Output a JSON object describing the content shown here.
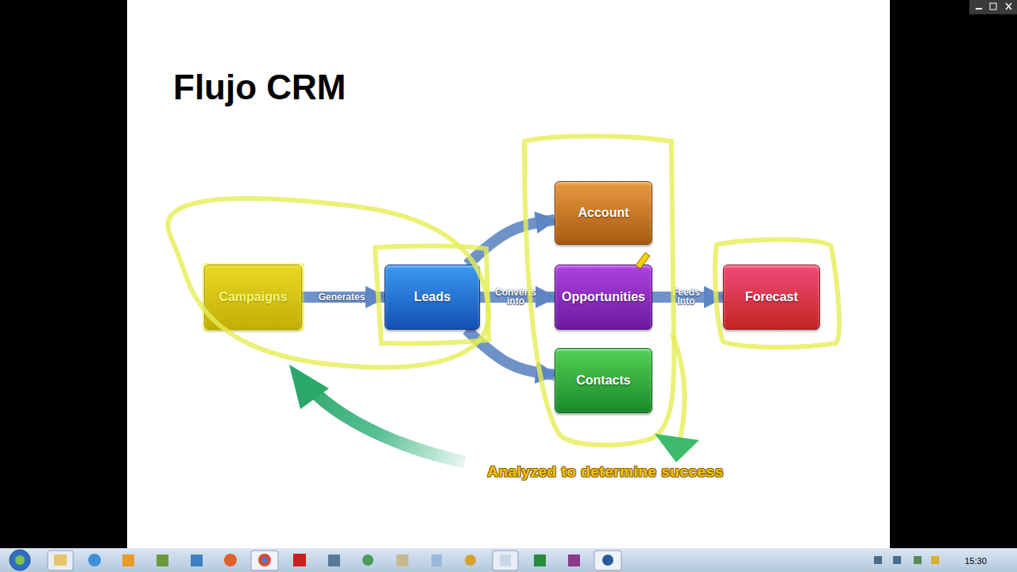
{
  "diagram": {
    "title": "Flujo CRM",
    "nodes": [
      {
        "text": [
          "Campaigns"
        ]
      },
      {
        "text": [
          "Leads"
        ]
      },
      {
        "text": [
          "Account"
        ]
      },
      {
        "text": [
          "Opportunities"
        ]
      },
      {
        "text": [
          "Contacts"
        ]
      },
      {
        "text": [
          "Forecast"
        ]
      }
    ],
    "edges": [
      {
        "from": 0,
        "to": 1,
        "label": "Generates",
        "arrow": "to"
      },
      {
        "from": 1,
        "to": 2,
        "arrow": "to"
      },
      {
        "from": 1,
        "to": 3,
        "label": "Converts into",
        "arrow": "to"
      },
      {
        "from": 1,
        "to": 4,
        "arrow": "to"
      },
      {
        "from": 3,
        "to": 5,
        "label": "Feeds Into",
        "arrow": "to"
      }
    ],
    "labels": [
      "Analyzed to determine success",
      "15:30"
    ]
  }
}
